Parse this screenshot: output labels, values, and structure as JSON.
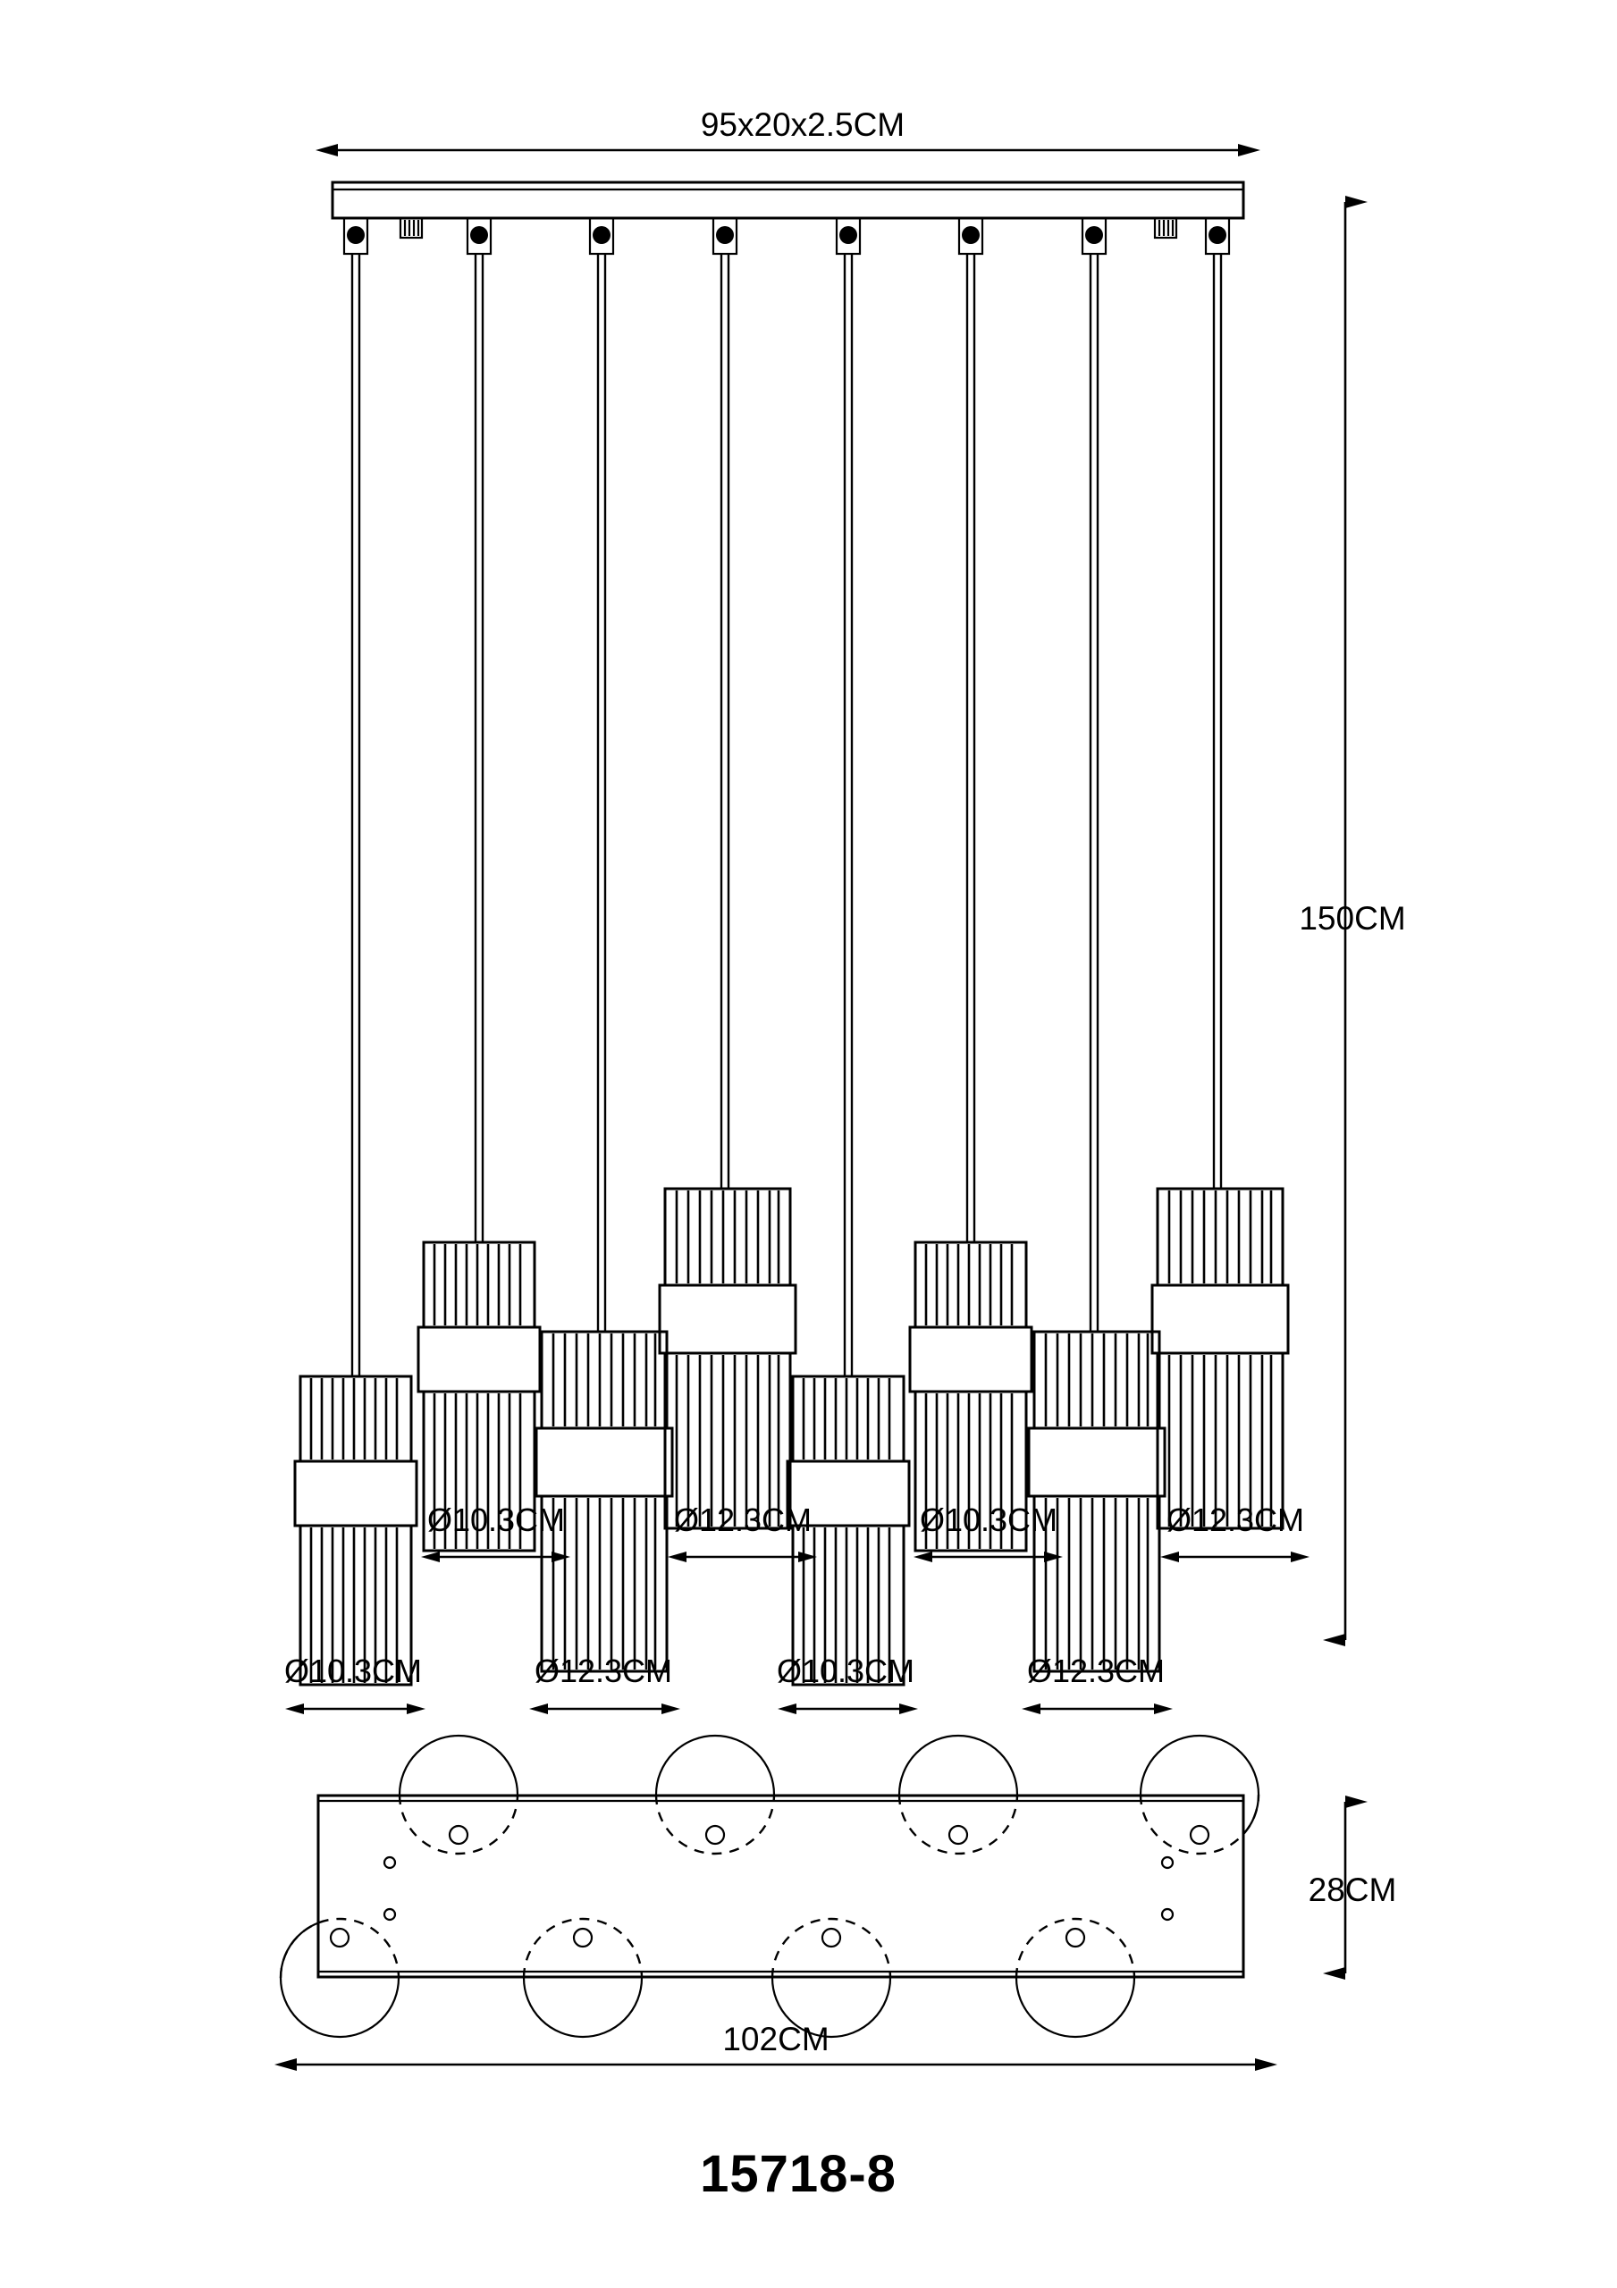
{
  "drawing": {
    "model_number": "15718-8",
    "title": "15718-8",
    "dimensions": {
      "canopy_top": "95x20x2.5CM",
      "drop_height": "150CM",
      "plan_width": "102CM",
      "plan_depth": "28CM"
    },
    "shade_diameter_labels_upper": [
      "Ø10.3CM",
      "Ø12.3CM",
      "Ø10.3CM",
      "Ø12.3CM"
    ],
    "shade_diameter_labels_lower": [
      "Ø10.3CM",
      "Ø12.3CM",
      "Ø10.3CM",
      "Ø12.3CM"
    ],
    "pendant_count": 8,
    "colors": {
      "line": "#000000",
      "background": "#ffffff"
    }
  },
  "chart_data": {
    "type": "table",
    "title": "15718-8 Linear Pendant Light Technical Drawing",
    "labels": [
      "95x20x2.5CM",
      "150CM",
      "Ø10.3CM",
      "Ø12.3CM",
      "102CM",
      "28CM",
      "15718-8"
    ],
    "views": [
      {
        "name": "elevation",
        "canopy_size": "95x20x2.5CM",
        "drop": "150CM",
        "pendants": 8,
        "shade_diameters": [
          "Ø10.3CM",
          "Ø12.3CM",
          "Ø10.3CM",
          "Ø12.3CM",
          "Ø10.3CM",
          "Ø12.3CM",
          "Ø10.3CM",
          "Ø12.3CM"
        ]
      },
      {
        "name": "plan",
        "width": "102CM",
        "depth": "28CM",
        "mount_points": 8
      }
    ]
  }
}
